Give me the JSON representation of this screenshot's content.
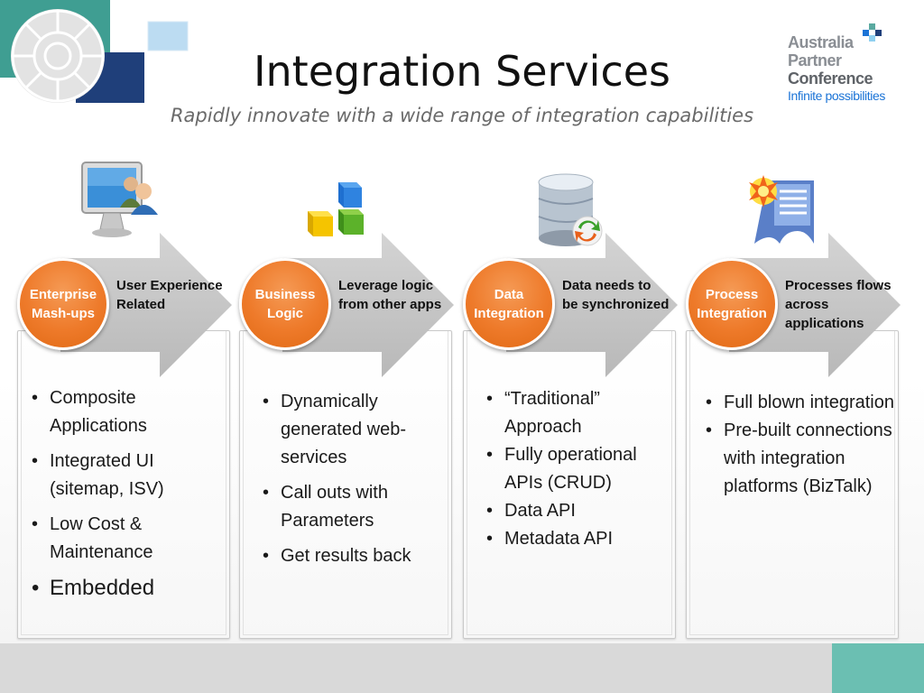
{
  "header": {
    "title": "Integration Services",
    "subtitle": "Rapidly innovate with a wide range of integration capabilities"
  },
  "brand": {
    "line1": "Australia",
    "line2": "Partner",
    "line3": "Conference",
    "tagline": "Infinite possibilities"
  },
  "colors": {
    "accent_orange": "#ee7a2a",
    "arrow_gray": "#c4c4c4",
    "teal": "#5aa9a0",
    "navy": "#1f3f7a",
    "footer_gray": "#d9d9d9",
    "footer_accent": "#6bbfb2",
    "brand_blue": "#1a73d6"
  },
  "columns": [
    {
      "icon": "monitor-users-icon",
      "circle_label": "Enterprise Mash-ups",
      "arrow_text": "User Experience Related",
      "bullets": [
        "Composite Applications",
        "Integrated UI (sitemap, ISV)",
        "Low Cost & Maintenance",
        "Embedded"
      ]
    },
    {
      "icon": "colored-cubes-icon",
      "circle_label": "Business Logic",
      "arrow_text": "Leverage logic from other apps",
      "bullets": [
        "Dynamically generated web-services",
        "Call outs with Parameters",
        "Get results back"
      ]
    },
    {
      "icon": "database-sync-icon",
      "circle_label": "Data Integration",
      "arrow_text": "Data needs to be synchronized",
      "bullets": [
        "“Traditional” Approach",
        "Fully operational APIs (CRUD)",
        "Data API",
        "Metadata API"
      ]
    },
    {
      "icon": "server-process-icon",
      "circle_label": "Process Integration",
      "arrow_text": "Processes flows across applications",
      "bullets": [
        "Full blown integration",
        "Pre-built connections with integration platforms (BizTalk)"
      ]
    }
  ]
}
